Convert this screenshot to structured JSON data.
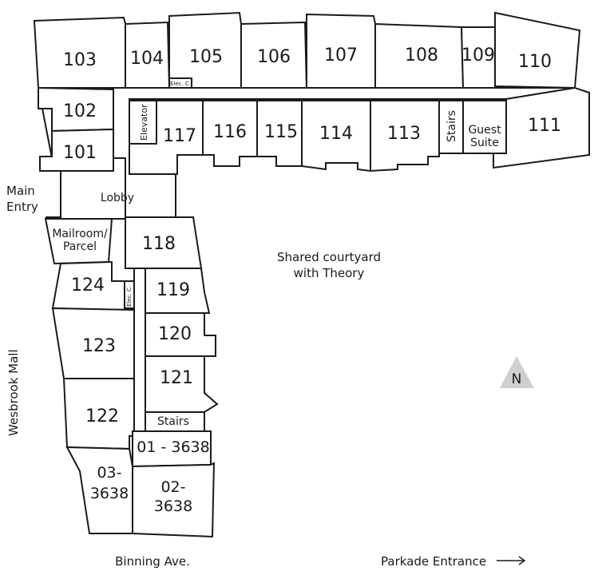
{
  "units": {
    "u103": "103",
    "u104": "104",
    "u105": "105",
    "u106": "106",
    "u107": "107",
    "u108": "108",
    "u109": "109",
    "u110": "110",
    "u111": "111",
    "u102": "102",
    "u101": "101",
    "u117": "117",
    "u116": "116",
    "u115": "115",
    "u114": "114",
    "u113": "113",
    "u118": "118",
    "u119": "119",
    "u120": "120",
    "u121": "121",
    "u124": "124",
    "u123": "123",
    "u122": "122",
    "u01_3638": "01 - 3638",
    "u02_3638_l1": "02-",
    "u02_3638_l2": "3638",
    "u03_3638_l1": "03-",
    "u03_3638_l2": "3638"
  },
  "rooms": {
    "elevator": "Elevator",
    "stairs_north": "Stairs",
    "stairs_south": "Stairs",
    "guest_suite_l1": "Guest",
    "guest_suite_l2": "Suite",
    "mailroom_l1": "Mailroom/",
    "mailroom_l2": "Parcel",
    "elec_north": "Elec. C.",
    "elec_west": "Elec. C.",
    "lobby": "Lobby"
  },
  "labels": {
    "main_entry_l1": "Main",
    "main_entry_l2": "Entry",
    "courtyard_l1": "Shared courtyard",
    "courtyard_l2": "with Theory",
    "wesbrook": "Wesbrook Mall",
    "binning": "Binning Ave.",
    "parkade": "Parkade Entrance",
    "north": "N"
  }
}
